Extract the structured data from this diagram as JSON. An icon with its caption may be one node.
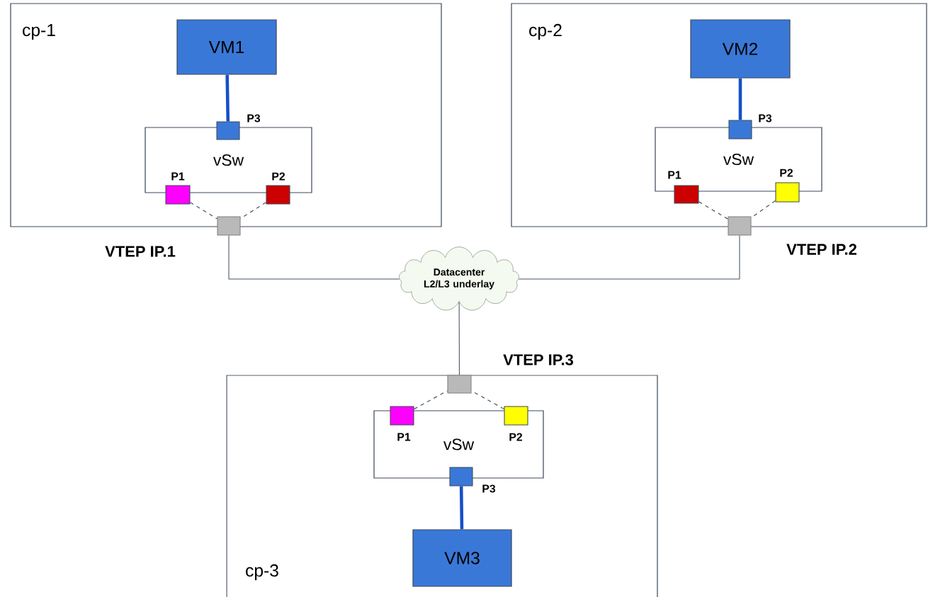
{
  "diagram": {
    "nodes": [
      {
        "text": [
          "cp-1"
        ]
      },
      {
        "text": [
          "VM1"
        ],
        "in": 0
      },
      {
        "text": [
          "vSw"
        ],
        "in": 0
      },
      {
        "text": [],
        "shape": "box",
        "beside": [
          "P3"
        ],
        "in": 0
      },
      {
        "text": [],
        "shape": "box",
        "beside": [
          "P1"
        ],
        "in": 0
      },
      {
        "text": [],
        "shape": "box",
        "beside": [
          "P2"
        ],
        "in": 0
      },
      {
        "text": [],
        "shape": "box",
        "beside": [
          "VTEP IP.1"
        ]
      },
      {
        "text": [
          "cp-2"
        ]
      },
      {
        "text": [
          "VM2"
        ],
        "in": 7
      },
      {
        "text": [
          "vSw"
        ],
        "in": 7
      },
      {
        "text": [],
        "shape": "box",
        "beside": [
          "P3"
        ],
        "in": 7
      },
      {
        "text": [],
        "shape": "box",
        "beside": [
          "P1"
        ],
        "in": 7
      },
      {
        "text": [],
        "shape": "box",
        "beside": [
          "P2"
        ],
        "in": 7
      },
      {
        "text": [],
        "shape": "box",
        "beside": [
          "VTEP IP.2"
        ]
      },
      {
        "text": [
          "Datacenter L2/L3 underlay"
        ]
      },
      {
        "text": [
          "cp-3"
        ]
      },
      {
        "text": [],
        "shape": "box",
        "beside": [
          "VTEP IP.3"
        ],
        "in": 15
      },
      {
        "text": [
          "vSw"
        ],
        "in": 15
      },
      {
        "text": [],
        "shape": "box",
        "in": 15
      },
      {
        "text": [],
        "shape": "box",
        "in": 15
      },
      {
        "text": [],
        "shape": "box",
        "beside": [
          "P3"
        ],
        "in": 15
      },
      {
        "text": [
          "VM3"
        ],
        "in": 15
      }
    ],
    "edges": [
      {
        "from": 1,
        "to": 3,
        "arrow": "none",
        "style": "thick",
        "color": "#1550c8"
      },
      {
        "from": 4,
        "to": 6,
        "arrow": "none",
        "style": "dashed"
      },
      {
        "from": 5,
        "to": 6,
        "arrow": "none",
        "style": "dashed"
      },
      {
        "from": 6,
        "to": 14,
        "arrow": "none"
      },
      {
        "from": 8,
        "to": 10,
        "arrow": "none",
        "style": "thick",
        "color": "#1550c8"
      },
      {
        "from": 11,
        "to": 13,
        "arrow": "none",
        "style": "dashed"
      },
      {
        "from": 12,
        "to": 13,
        "arrow": "none",
        "style": "dashed"
      },
      {
        "from": 13,
        "to": 14,
        "arrow": "none"
      },
      {
        "from": 14,
        "to": 16,
        "arrow": "none"
      },
      {
        "from": 18,
        "to": 16,
        "arrow": "none",
        "style": "dashed"
      },
      {
        "from": 19,
        "to": 16,
        "arrow": "none",
        "style": "dashed"
      },
      {
        "from": 20,
        "to": 21,
        "arrow": "none",
        "style": "thick",
        "color": "#1550c8"
      }
    ],
    "labels": [
      "P1",
      "P2"
    ]
  }
}
